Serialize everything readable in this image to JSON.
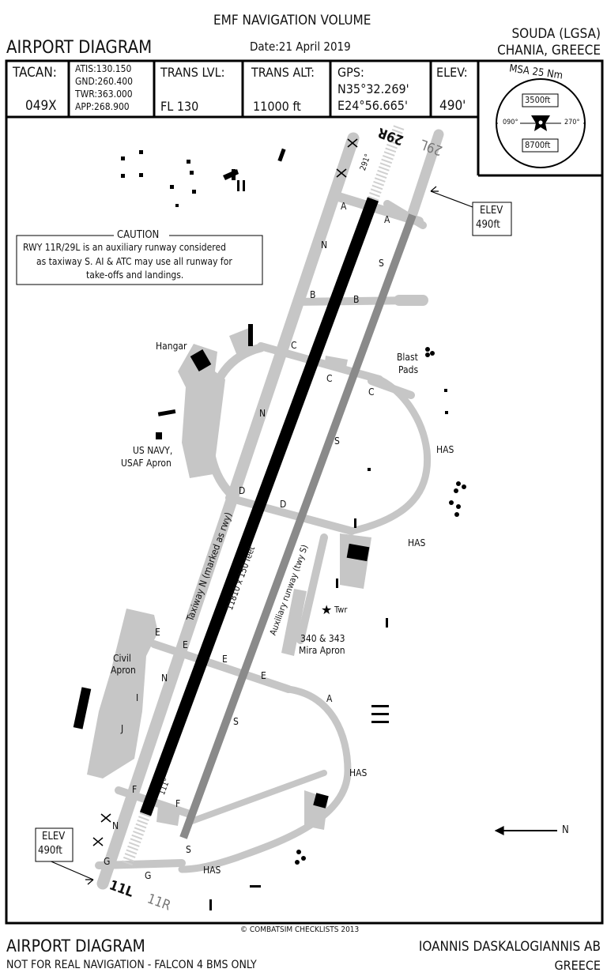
{
  "header": {
    "volume": "EMF NAVIGATION VOLUME",
    "title": "AIRPORT DIAGRAM",
    "date": "Date:21 April 2019",
    "airport": "SOUDA (LGSA)",
    "location": "CHANIA, GREECE"
  },
  "info": {
    "tacan_label": "TACAN:",
    "tacan_value": "049X",
    "atis": "ATIS:130.150",
    "gnd": "GND:260.400",
    "twr": "TWR:363.000",
    "app": "APP:268.900",
    "trans_lvl_label": "TRANS LVL:",
    "trans_lvl_value": "FL 130",
    "trans_alt_label": "TRANS ALT:",
    "trans_alt_value": "11000 ft",
    "gps_label": "GPS:",
    "gps_lat": "N35°32.269'",
    "gps_lon": "E24°56.665'",
    "elev_label": "ELEV:",
    "elev_value": "490'"
  },
  "msa": {
    "title": "MSA 25 Nm",
    "north_alt": "3500ft",
    "south_alt": "8700ft",
    "left_bearing": "090°",
    "right_bearing": "270°"
  },
  "caution": {
    "title": "CAUTION",
    "text_line1": "RWY 11R/29L is an auxiliary runway considered",
    "text_line2": "as taxiway S.  AI & ATC may use all runway for",
    "text_line3": "take-offs and landings."
  },
  "elev_callout": {
    "line1": "ELEV",
    "line2": "490ft"
  },
  "runways": {
    "r29R": "29R",
    "r29L": "29L",
    "r11L": "11L",
    "r11R": "11R",
    "hdg_291": "291°",
    "hdg_111": "111°",
    "main_dims": "11810 x 150 feet",
    "taxiway_n_desc": "Taxiway N (marked as rwy)",
    "aux_desc": "Auxiliary runway (twy S)"
  },
  "labels": {
    "A": "A",
    "B": "B",
    "C": "C",
    "D": "D",
    "E": "E",
    "F": "F",
    "G": "G",
    "I": "I",
    "J": "J",
    "N": "N",
    "S": "S",
    "hangar": "Hangar",
    "blast_pads_1": "Blast",
    "blast_pads_2": "Pads",
    "has": "HAS",
    "usnavy_1": "US NAVY,",
    "usnavy_2": "USAF Apron",
    "civil_1": "Civil",
    "civil_2": "Apron",
    "mira_1": "340 & 343",
    "mira_2": "Mira Apron",
    "twr": "Twr",
    "north": "N"
  },
  "footer": {
    "copyright": "© COMBATSIM CHECKLISTS 2013",
    "title": "AIRPORT DIAGRAM",
    "disclaimer": "NOT FOR REAL NAVIGATION - FALCON 4 BMS ONLY",
    "base_name": "IOANNIS DASKALOGIANNIS AB",
    "country": "GREECE"
  },
  "colors": {
    "taxiway": "#c6c6c6",
    "main_runway": "#000000",
    "aux_runway": "#8a8a8a"
  }
}
